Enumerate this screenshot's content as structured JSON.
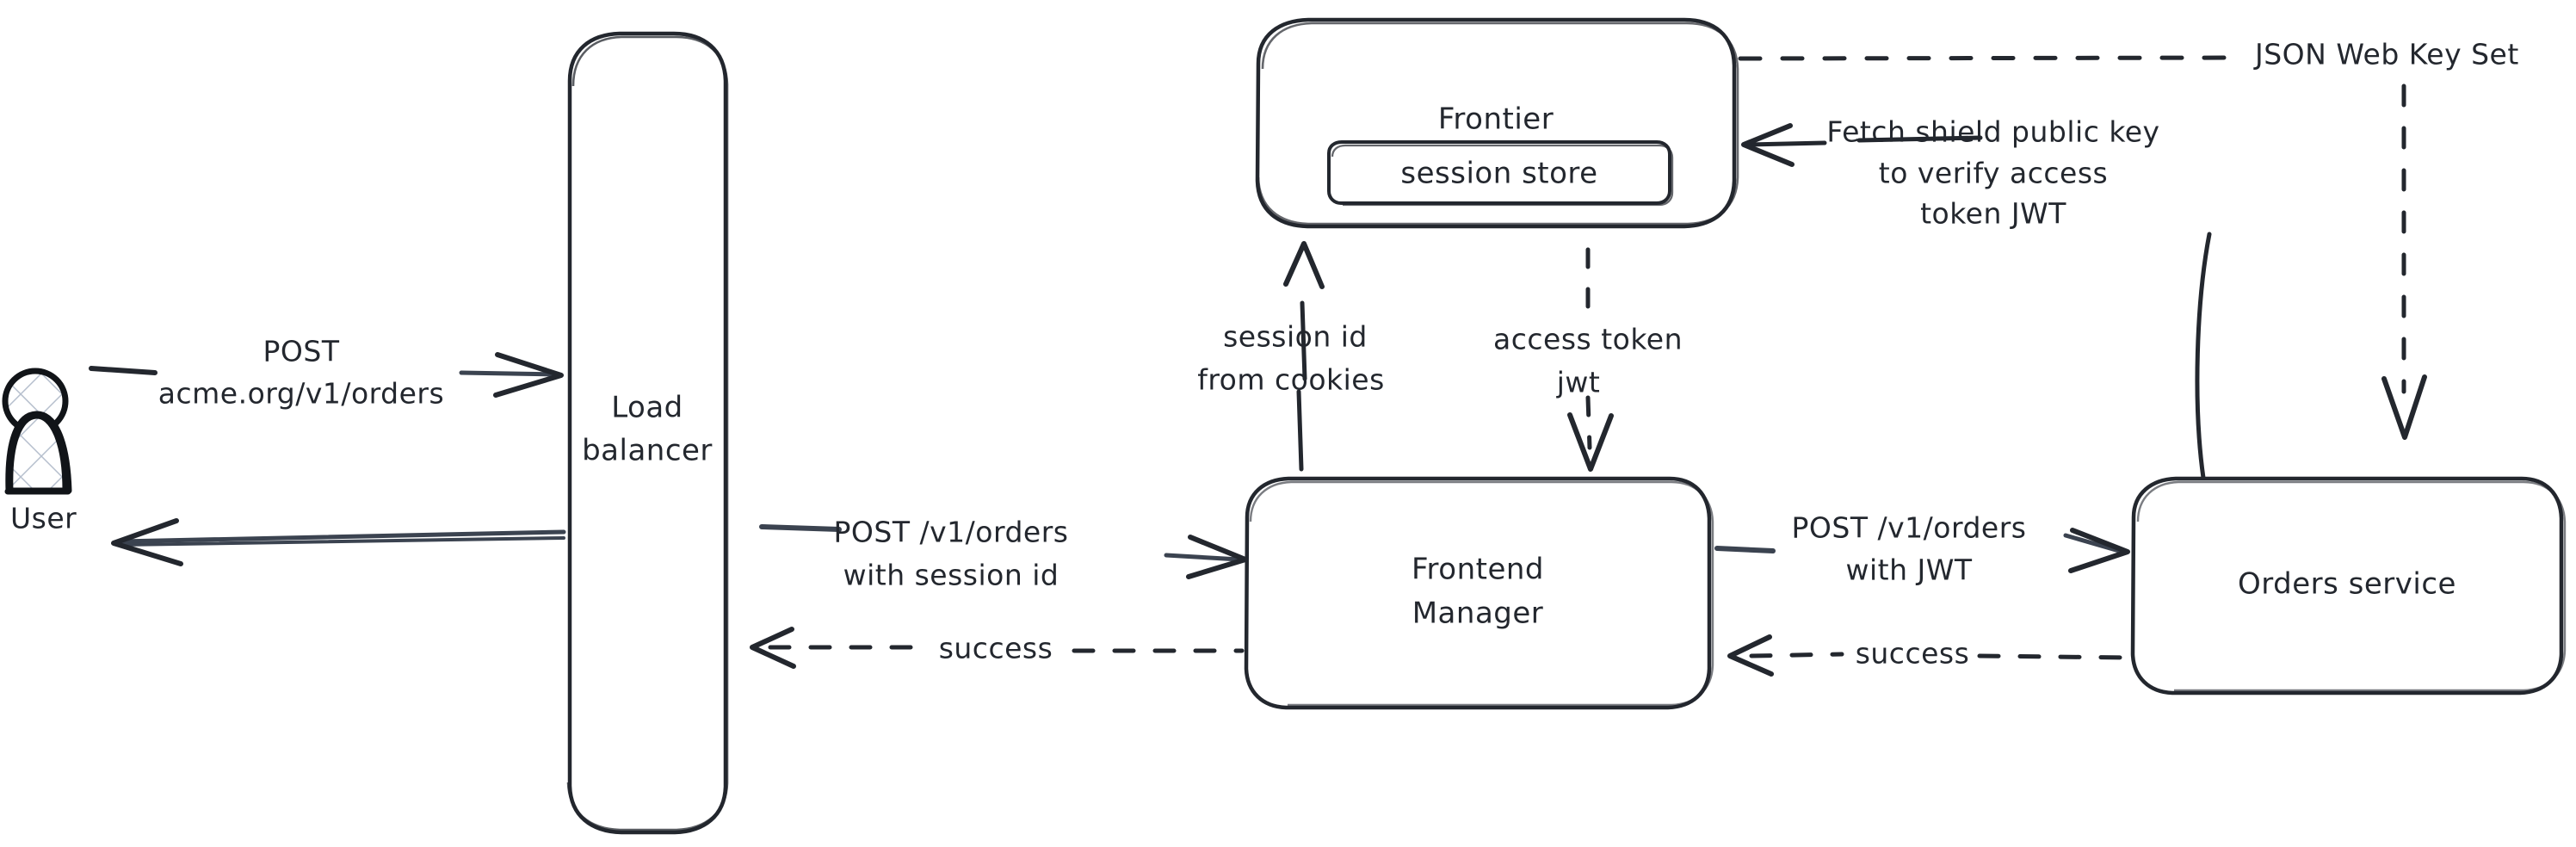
{
  "diagram": {
    "title": "Order request authentication flow",
    "background_color": "#ffffff",
    "stroke_color": "#23272e",
    "hatch_color": "#aab4c4",
    "nodes": {
      "user": {
        "label": "User",
        "icon": "user-actor-icon"
      },
      "load_balancer": {
        "label_line1": "Load",
        "label_line2": "balancer"
      },
      "frontier": {
        "label": "Frontier"
      },
      "session_store": {
        "label": "session store"
      },
      "frontend_manager": {
        "label_line1": "Frontend",
        "label_line2": "Manager"
      },
      "orders_service": {
        "label": "Orders service"
      }
    },
    "edges": {
      "user_to_lb": {
        "label_line1": "POST",
        "label_line2": "acme.org/v1/orders",
        "style": "solid",
        "direction": "right"
      },
      "lb_to_user": {
        "label": "",
        "style": "solid",
        "direction": "left"
      },
      "lb_to_fm": {
        "label_line1": "POST /v1/orders",
        "label_line2": "with session id",
        "style": "solid",
        "direction": "right"
      },
      "fm_to_lb": {
        "label": "success",
        "style": "dashed",
        "direction": "left"
      },
      "fm_to_orders": {
        "label_line1": "POST /v1/orders",
        "label_line2": "with JWT",
        "style": "solid",
        "direction": "right"
      },
      "orders_to_fm": {
        "label": "success",
        "style": "dashed",
        "direction": "left"
      },
      "fm_to_frontier": {
        "label_line1": "session id",
        "label_line2": "from cookies",
        "style": "solid",
        "direction": "up"
      },
      "frontier_to_fm": {
        "label_line1": "access token",
        "label_line2": "jwt",
        "style": "dashed",
        "direction": "down"
      },
      "orders_to_frontier": {
        "label_line1": "Fetch shield public key",
        "label_line2": "to verify access",
        "label_line3": "token JWT",
        "style": "solid",
        "direction": "left"
      },
      "frontier_to_orders_jwks": {
        "label": "JSON Web Key Set",
        "style": "dashed",
        "direction": "down"
      }
    }
  }
}
